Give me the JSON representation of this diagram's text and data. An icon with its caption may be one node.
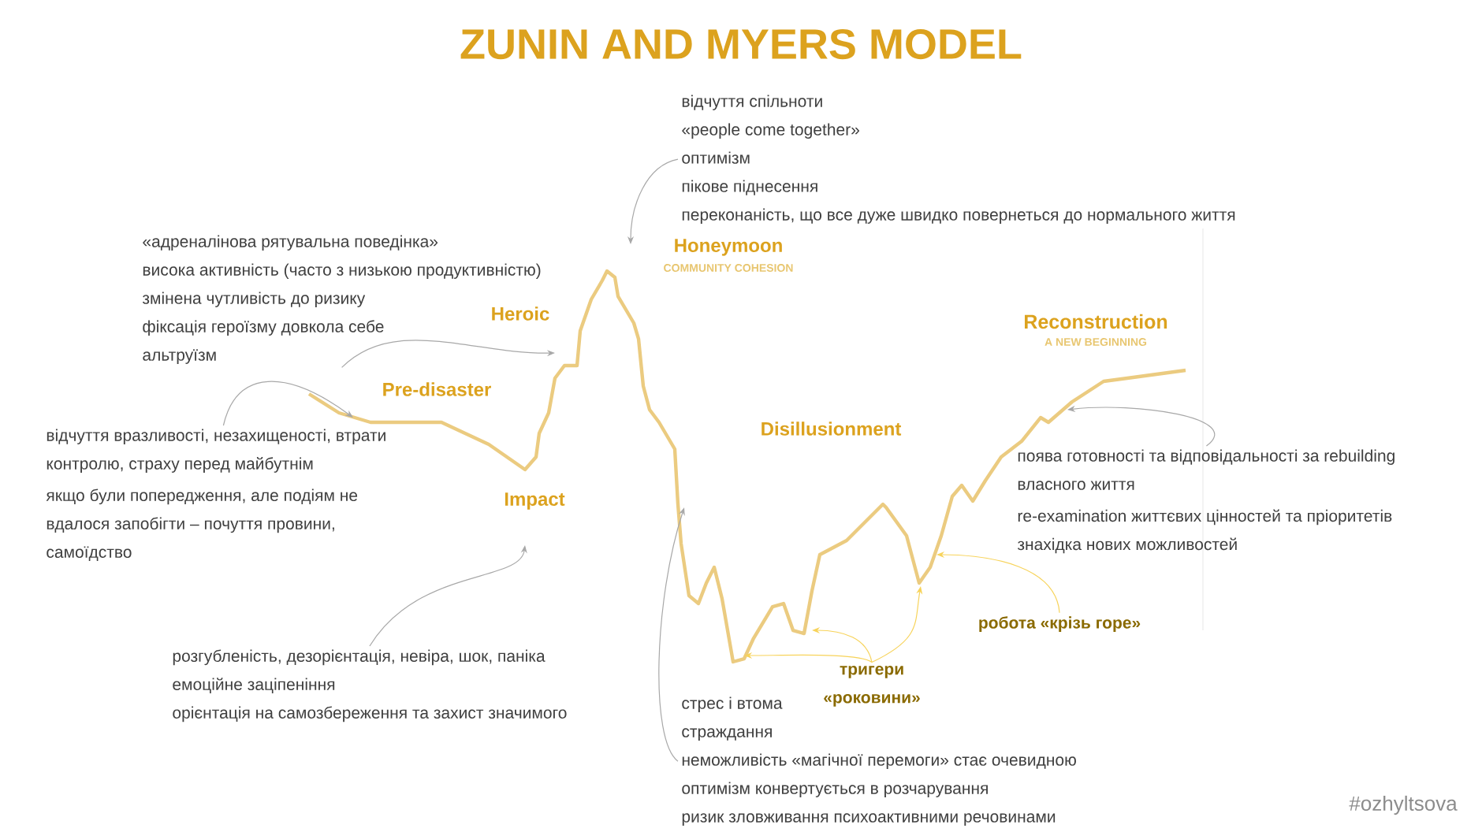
{
  "diagram": {
    "title": "ZUNIN AND MYERS MODEL",
    "nodes": [
      {
        "text": [
          "відчуття спільноти",
          "«people come together»",
          "оптимізм",
          "пікове піднесення",
          "переконаність, що все дуже швидко повернеться до нормального життя"
        ]
      },
      {
        "text": [
          "«адреналінова рятувальна поведінка»",
          "висока активність (часто з низькою продуктивністю)",
          "змінена чутливість до ризику",
          "фіксація героїзму довкола себе",
          "альтруїзм"
        ]
      },
      {
        "text": [
          "відчуття вразливості, незахищеності, втрати контролю, страху перед майбутнім",
          "якщо були попередження, але подіям не вдалося запобігти – почуття провини, самоїдство"
        ]
      },
      {
        "text": [
          "розгубленість, дезорієнтація, невіра, шок, паніка",
          "емоційне заціпеніння",
          "орієнтація на самозбереження та захист значимого"
        ]
      },
      {
        "text": [
          "стрес і втома",
          "страждання",
          "неможливість «магічної перемоги» стає очевидною",
          "оптимізм конвертується в розчарування",
          "ризик зловживання психоактивними речовинами"
        ]
      },
      {
        "text": [
          "поява готовності та відповідальності за rebuilding власного життя",
          "re-examination життєвих цінностей та пріоритетів",
          "знахідка нових можливостей"
        ]
      },
      {
        "text": [
          "тригери «роковини»"
        ]
      },
      {
        "text": [
          "робота «крізь горе»"
        ]
      }
    ],
    "edges": [
      {
        "from": 0,
        "to": null,
        "arrow": "to"
      },
      {
        "from": 1,
        "to": null,
        "arrow": "to"
      },
      {
        "from": 2,
        "to": null,
        "arrow": "to"
      },
      {
        "from": 3,
        "to": null,
        "arrow": "to"
      },
      {
        "from": 4,
        "to": null,
        "arrow": "to"
      },
      {
        "from": 5,
        "to": null,
        "arrow": "to"
      },
      {
        "from": 6,
        "to": null,
        "arrow": "to",
        "color": "#f7d35a"
      },
      {
        "from": 6,
        "to": null,
        "arrow": "to",
        "color": "#f7d35a"
      },
      {
        "from": 6,
        "to": null,
        "arrow": "to",
        "color": "#f7d35a"
      },
      {
        "from": 7,
        "to": null,
        "arrow": "to",
        "color": "#f7d35a"
      }
    ],
    "labels": [
      "Honeymoon",
      "COMMUNITY COHESION",
      "Heroic",
      "Pre-disaster",
      "Reconstruction",
      "A NEW BEGINNING",
      "Disillusionment",
      "Impact",
      "#ozhyltsova"
    ]
  }
}
